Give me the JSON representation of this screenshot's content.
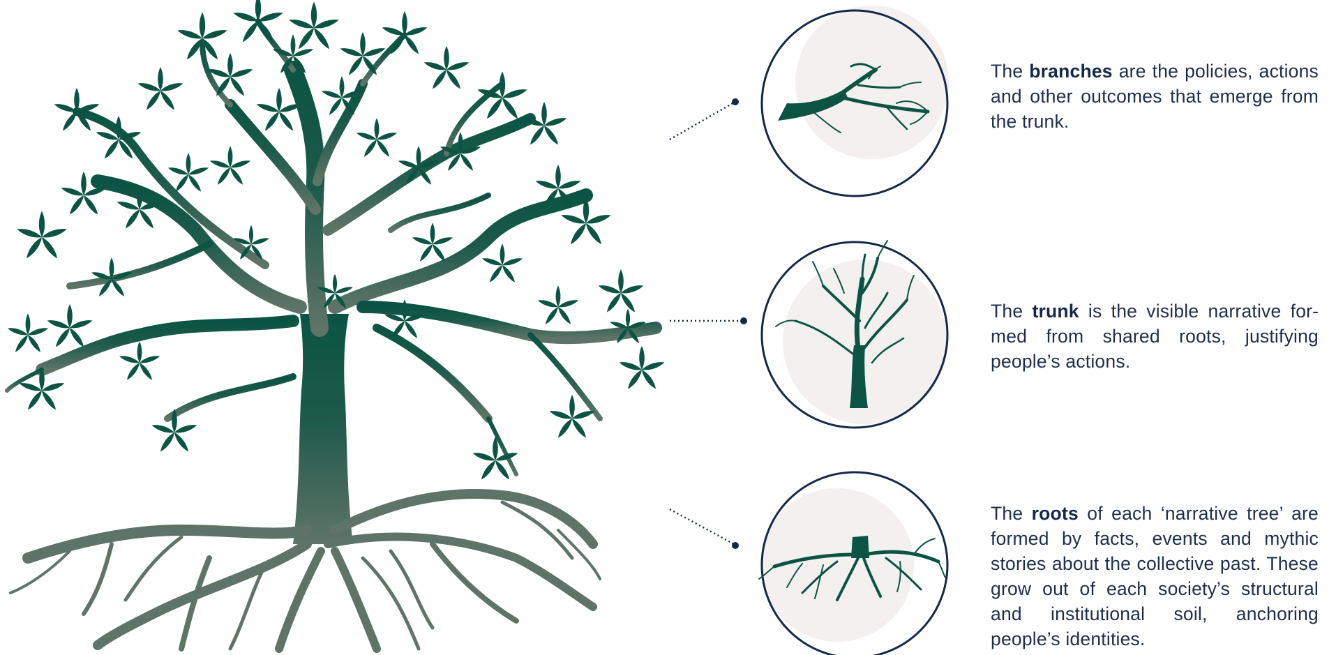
{
  "descriptions": {
    "branches": {
      "prefix": "The ",
      "term": "branches",
      "text": " are the policies, actions and other outcomes that emerge from the trunk."
    },
    "trunk": {
      "prefix": "The ",
      "term": "trunk",
      "text": " is the visible narrative for­med from shared roots, justifying people’s actions."
    },
    "roots": {
      "prefix": "The ",
      "term": "roots",
      "text": " of each ‘narrative tree’ are formed by facts, events and mythic stories about the collective past. These grow out of each society’s struc­tural and institutional soil, anchoring people’s identities."
    }
  },
  "colors": {
    "tree_top": "#0b5443",
    "tree_bottom": "#5b7266",
    "circle_outline": "#14284a",
    "circle_fill": "#f3f0ef",
    "text": "#1f2d4d"
  }
}
